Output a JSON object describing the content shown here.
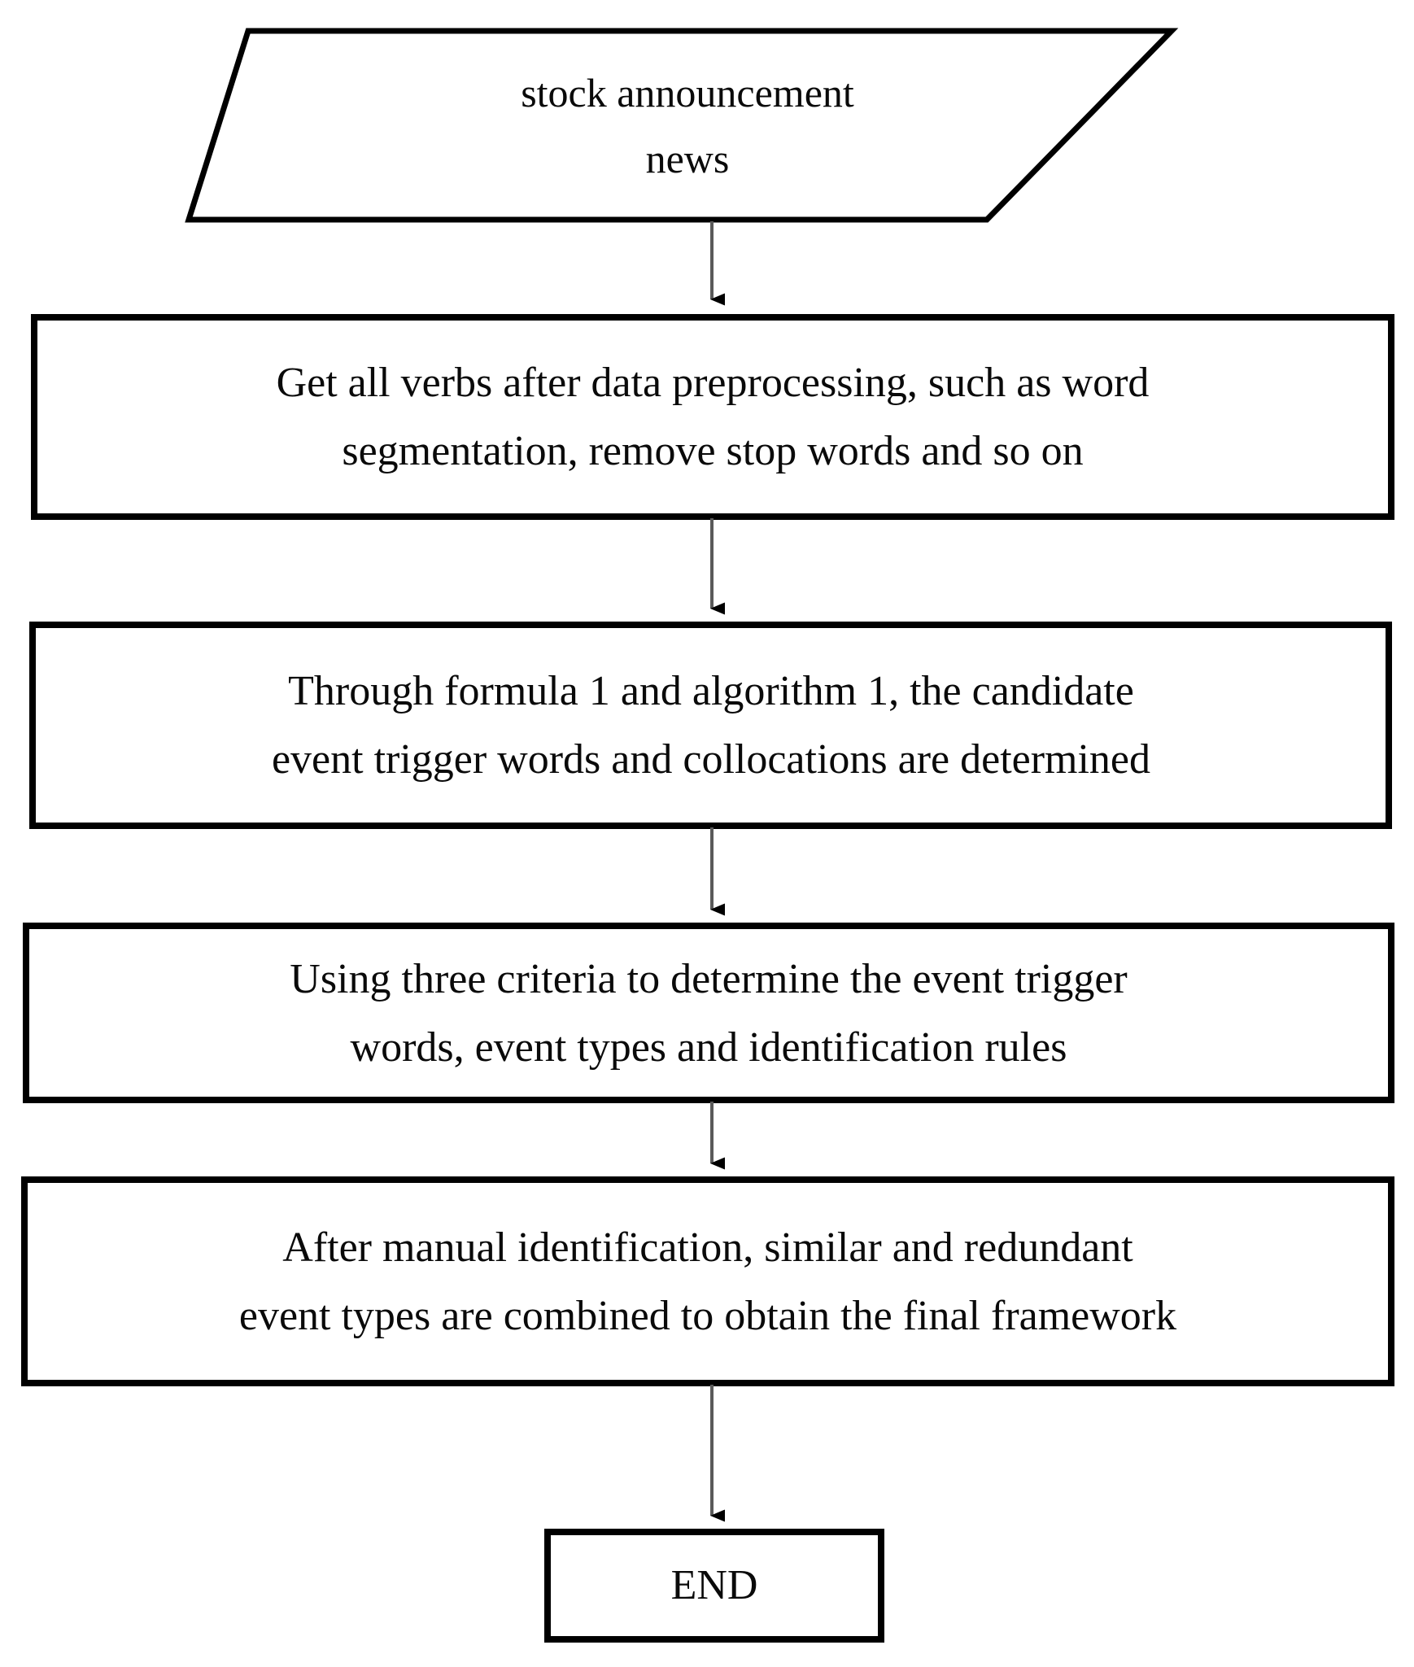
{
  "diagram": {
    "type": "flowchart",
    "orientation": "vertical-top-to-bottom",
    "background_color": "#ffffff",
    "stroke_color": "#000000",
    "text_color": "#0a0a0a",
    "nodes": [
      {
        "id": "input-stock-news",
        "shape": "parallelogram",
        "role": "input",
        "lines": [
          "stock announcement",
          "news"
        ]
      },
      {
        "id": "process-get-verbs",
        "shape": "rectangle",
        "role": "process",
        "lines": [
          "Get all verbs after data preprocessing, such as word",
          "segmentation, remove stop words and so on"
        ]
      },
      {
        "id": "process-formula-algorithm",
        "shape": "rectangle",
        "role": "process",
        "lines": [
          "Through formula 1 and algorithm 1, the candidate",
          "event trigger words and collocations are determined"
        ]
      },
      {
        "id": "process-three-criteria",
        "shape": "rectangle",
        "role": "process",
        "lines": [
          "Using three criteria to determine the event trigger",
          "words, event types and identification rules"
        ]
      },
      {
        "id": "process-manual-identification",
        "shape": "rectangle",
        "role": "process",
        "lines": [
          "After manual identification, similar and redundant",
          "event types are combined to obtain the final framework"
        ]
      },
      {
        "id": "terminal-end",
        "shape": "rectangle",
        "role": "terminal",
        "lines": [
          "END"
        ]
      }
    ],
    "connectors": [
      {
        "id": "arrow-1",
        "from": "input-stock-news",
        "to": "process-get-verbs",
        "style": "solid-arrow-down"
      },
      {
        "id": "arrow-2",
        "from": "process-get-verbs",
        "to": "process-formula-algorithm",
        "style": "solid-arrow-down"
      },
      {
        "id": "arrow-3",
        "from": "process-formula-algorithm",
        "to": "process-three-criteria",
        "style": "solid-arrow-down"
      },
      {
        "id": "arrow-4",
        "from": "process-three-criteria",
        "to": "process-manual-identification",
        "style": "solid-arrow-down"
      },
      {
        "id": "arrow-5",
        "from": "process-manual-identification",
        "to": "terminal-end",
        "style": "solid-arrow-down"
      }
    ]
  }
}
